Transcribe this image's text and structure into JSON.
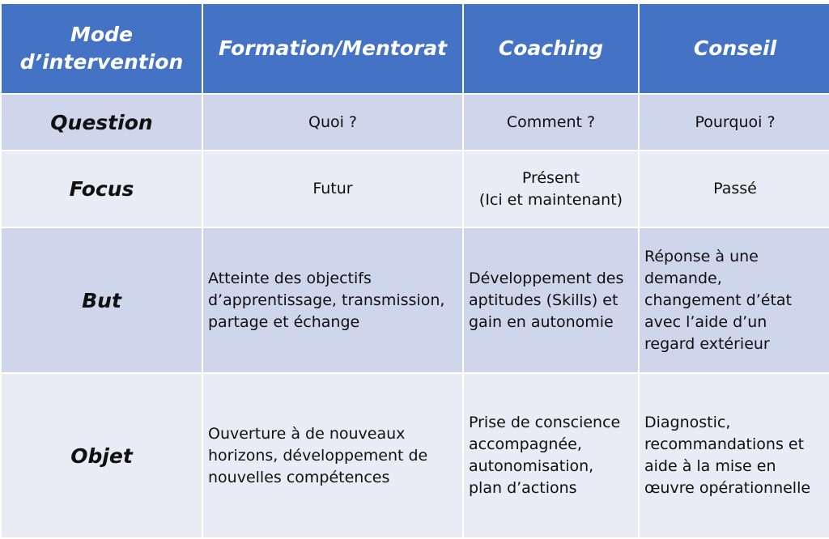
{
  "headers": [
    "Mode\nd’intervention",
    "Formation/Mentorat",
    "Coaching",
    "Conseil"
  ],
  "rows": [
    {
      "label": "Question",
      "cells": [
        "Quoi ?",
        "Comment ?",
        "Pourquoi ?"
      ]
    },
    {
      "label": "Focus",
      "cells": [
        "Futur",
        "Présent\n(Ici et maintenant)",
        "Passé"
      ]
    },
    {
      "label": "But",
      "cells": [
        "Atteinte des objectifs\nd’apprentissage, transmission,\npartage et échange",
        "Développement des\naptitudes (Skills) et\ngain en autonomie",
        "Réponse à une\ndemande,\nchangement d’état\navec l’aide d’un\nregard extérieur"
      ]
    },
    {
      "label": "Objet",
      "cells": [
        "Ouverture à de nouveaux\nhorizons, développement de\nnouvelles compétences",
        "Prise de conscience\naccompagnée,\nautonomisation,\nplan d’actions",
        "Diagnostic,\nrecommandations et\naide à la mise en\nœuvre opérationnelle"
      ]
    }
  ]
}
